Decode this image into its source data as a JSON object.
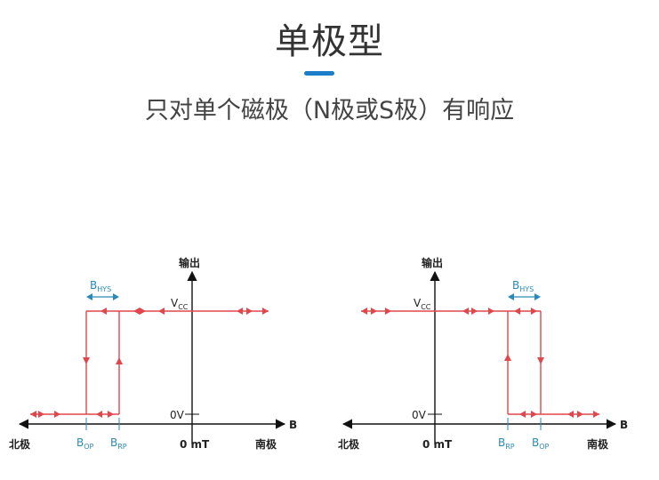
{
  "title": "单极型",
  "subtitle": "只对单个磁极（N极或S极）有响应",
  "colors": {
    "accent": "#1a7ec8",
    "curve": "#e0474c",
    "hysteresis": "#2a8ab8",
    "axis": "#111111"
  },
  "diagrams": [
    {
      "output_label": "输出",
      "x_axis_label": "B",
      "vcc": {
        "main": "V",
        "sub": "CC"
      },
      "zero_v": "0V",
      "hys": {
        "main": "B",
        "sub": "HYS"
      },
      "left_pole": "北极",
      "right_pole": "南极",
      "zero_mt": "0 mT",
      "threshold_left": {
        "main": "B",
        "sub": "OP"
      },
      "threshold_right": {
        "main": "B",
        "sub": "RP"
      }
    },
    {
      "output_label": "输出",
      "x_axis_label": "B",
      "vcc": {
        "main": "V",
        "sub": "CC"
      },
      "zero_v": "0V",
      "hys": {
        "main": "B",
        "sub": "HYS"
      },
      "left_pole": "北极",
      "right_pole": "南极",
      "zero_mt": "0 mT",
      "threshold_left": {
        "main": "B",
        "sub": "RP"
      },
      "threshold_right": {
        "main": "B",
        "sub": "OP"
      }
    }
  ]
}
